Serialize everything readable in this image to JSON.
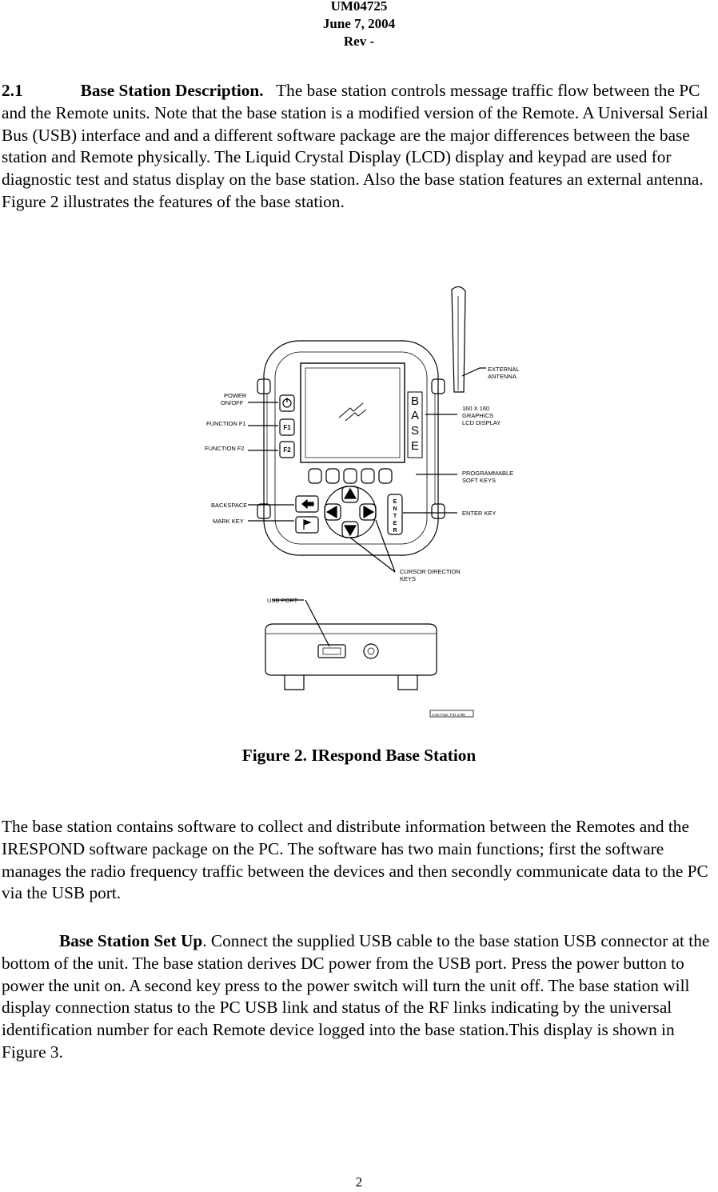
{
  "header": {
    "doc_id": "UM04725",
    "date": "June 7, 2004",
    "rev": "Rev -"
  },
  "section": {
    "number": "2.1",
    "title": "Base Station Description.",
    "body": "The base station controls message traffic flow between the  PC and the Remote units. Note that the base station is  a modified version of the Remote. A Universal Serial Bus (USB)  interface and  and a different software package are the major differences between the base station and Remote physically. The Liquid Crystal Display (LCD) display and keypad are used for diagnostic test and status display on the base station. Also the base station features an external antenna. Figure 2 illustrates the features of the base station."
  },
  "figure": {
    "caption": "Figure 2.  IRespond Base Station",
    "labels": {
      "external_antenna_1": "EXTERNAL",
      "external_antenna_2": "ANTENNA",
      "power_1": "POWER",
      "power_2": "ON/OFF",
      "function_f1": "FUNCTION  F1",
      "function_f2": "FUNCTION  F2",
      "lcd_1": "160  X  160",
      "lcd_2": "GRAPHICS",
      "lcd_3": "LCD  DISPLAY",
      "soft_keys_1": "PROGRAMMABLE",
      "soft_keys_2": "SOFT  KEYS",
      "backspace": "BACKSPACE",
      "mark_key": "MARK  KEY",
      "enter_key": "ENTER  KEY",
      "cursor_1": "CURSOR  DIRECTION",
      "cursor_2": "KEYS",
      "usb_port": "USB  PORT",
      "base_letters": [
        "B",
        "A",
        "S",
        "E"
      ],
      "key_f1": "F1",
      "key_f2": "F2",
      "enter_letters": [
        "E",
        "N",
        "T",
        "E",
        "R"
      ],
      "drawing_ref": "CAD FILE: FIG-1786"
    }
  },
  "paragraph2": "The base station contains software to collect and distribute information between the Remotes and the IRESPOND software package on the PC. The software has two main functions; first the software manages the radio frequency traffic between  the devices and then secondly communicate data to the PC via the USB port.",
  "setup": {
    "title": "Base Station Set Up",
    "body": ". Connect the supplied USB cable to the base station USB connector at the bottom of the unit. The base station derives DC power from the USB port. Press the power button to power the unit on.  A second key press to the  power switch will turn the  unit off. The base station will display connection status to the PC USB link and status of the RF links indicating by the universal identification number for each Remote device logged into the base station.This display is shown in Figure 3."
  },
  "page_number": "2"
}
